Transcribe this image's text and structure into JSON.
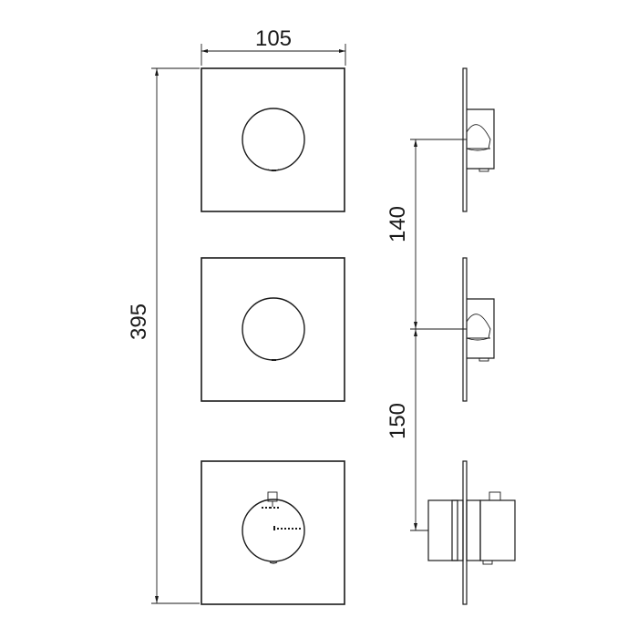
{
  "dimensions": {
    "width_label": "105",
    "height_label": "395",
    "spacing_top_label": "140",
    "spacing_bottom_label": "150"
  },
  "colors": {
    "line": "#1a1a1a",
    "background": "#ffffff"
  }
}
